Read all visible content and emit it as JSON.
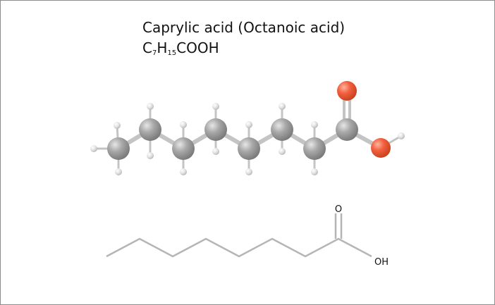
{
  "title": {
    "name": "Caprylic acid (Octanoic acid)",
    "formula": {
      "c": "C",
      "c_count": "7",
      "h": "H",
      "h_count": "15",
      "group": "COOH"
    }
  },
  "skeletal_labels": {
    "oxygen": "O",
    "hydroxyl": "OH"
  },
  "colors": {
    "carbon": "#9e9e9e",
    "oxygen": "#ef5a3c",
    "hydrogen": "#d9d9d9",
    "skeletal_line": "#b5b5b5",
    "border": "#8c8c8c"
  }
}
